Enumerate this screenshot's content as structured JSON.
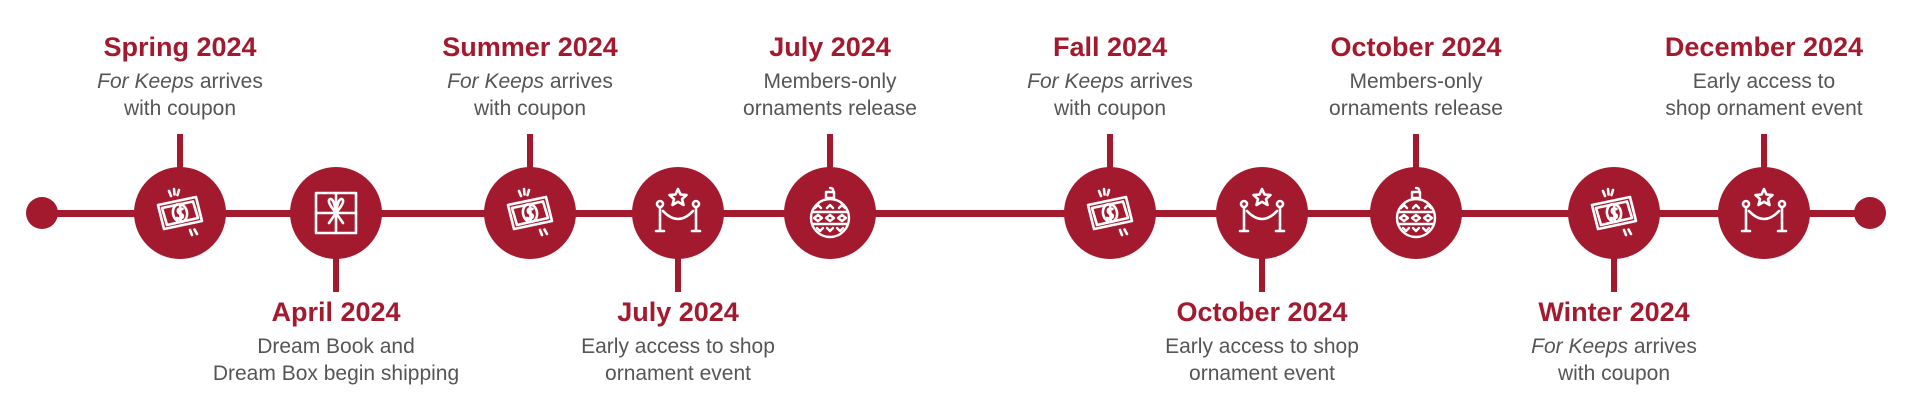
{
  "colors": {
    "accent": "#A31A2F",
    "text": "#555555",
    "background": "#ffffff"
  },
  "events": [
    {
      "title": "Spring 2024",
      "desc_italic": "For Keeps",
      "desc_rest": " arrives",
      "desc_line2": "with coupon",
      "icon": "money-icon",
      "side": "top"
    },
    {
      "title": "April 2024",
      "desc_italic": "",
      "desc_rest": "Dream Book and",
      "desc_line2": "Dream Box begin shipping",
      "icon": "gift-box-icon",
      "side": "bottom"
    },
    {
      "title": "Summer 2024",
      "desc_italic": "For Keeps",
      "desc_rest": " arrives",
      "desc_line2": "with coupon",
      "icon": "money-icon",
      "side": "top"
    },
    {
      "title": "July 2024",
      "desc_italic": "",
      "desc_rest": "Early access to shop",
      "desc_line2": "ornament event",
      "icon": "velvet-rope-icon",
      "side": "bottom"
    },
    {
      "title": "July 2024",
      "desc_italic": "",
      "desc_rest": "Members-only",
      "desc_line2": "ornaments release",
      "icon": "ornament-icon",
      "side": "top"
    },
    {
      "title": "Fall 2024",
      "desc_italic": "For Keeps",
      "desc_rest": " arrives",
      "desc_line2": "with coupon",
      "icon": "money-icon",
      "side": "top"
    },
    {
      "title": "October 2024",
      "desc_italic": "",
      "desc_rest": "Early access to shop",
      "desc_line2": "ornament event",
      "icon": "velvet-rope-icon",
      "side": "bottom"
    },
    {
      "title": "October 2024",
      "desc_italic": "",
      "desc_rest": "Members-only",
      "desc_line2": "ornaments release",
      "icon": "ornament-icon",
      "side": "top"
    },
    {
      "title": "Winter 2024",
      "desc_italic": "For Keeps",
      "desc_rest": " arrives",
      "desc_line2": "with coupon",
      "icon": "money-icon",
      "side": "bottom"
    },
    {
      "title": "December 2024",
      "desc_italic": "",
      "desc_rest": "Early access to",
      "desc_line2": "shop ornament event",
      "icon": "velvet-rope-icon",
      "side": "top"
    }
  ]
}
